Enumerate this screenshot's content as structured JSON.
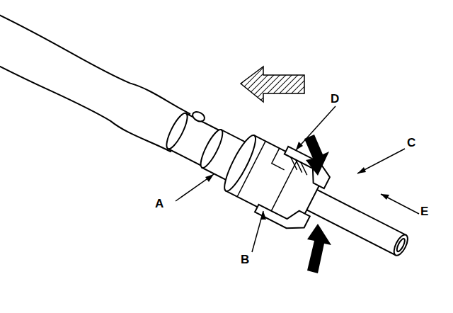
{
  "diagram": {
    "labels": [
      "D",
      "C",
      "A",
      "B",
      "E"
    ]
  }
}
